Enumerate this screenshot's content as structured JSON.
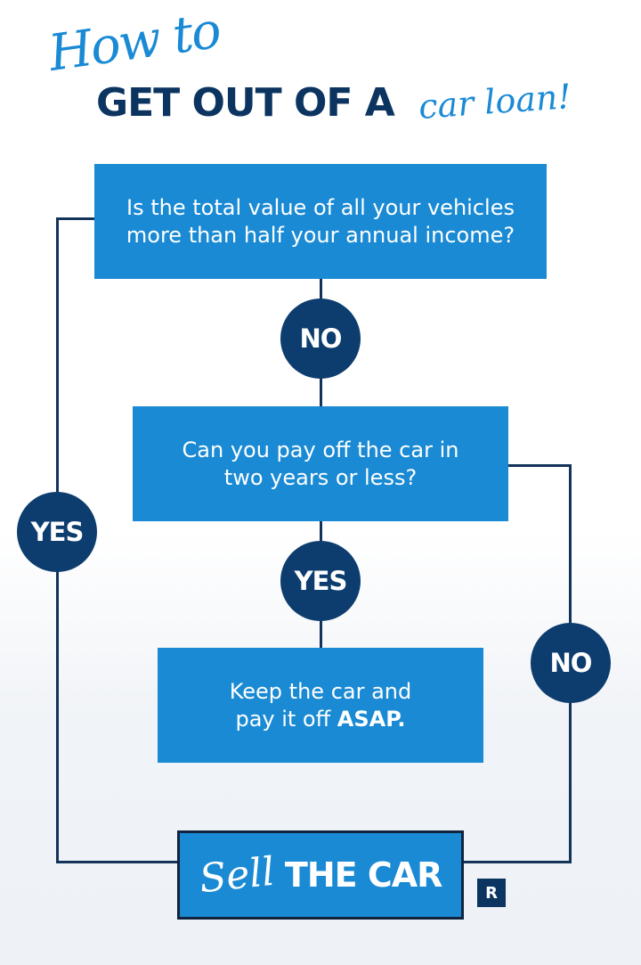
{
  "title": {
    "script_top": "How to",
    "main": "GET OUT OF A",
    "script_end": "car loan!"
  },
  "flowchart": {
    "question_1": "Is the total value of all your vehicles more than half your annual income?",
    "question_1_lines": [
      "Is the total value of all your vehicles",
      "more than half your annual income?"
    ],
    "question_2_lines": [
      "Can you pay off the car in",
      "two years or less?"
    ],
    "outcome_keep": {
      "line1": "Keep the car and",
      "line2_prefix": "pay it off ",
      "line2_bold": "ASAP."
    },
    "outcome_sell": {
      "script": "Sell",
      "bold": "THE CAR"
    },
    "labels": {
      "q1_no": "NO",
      "q1_yes": "YES",
      "q2_yes": "YES",
      "q2_no": "NO"
    }
  },
  "logo": {
    "letter": "R"
  },
  "colors": {
    "box_blue": "#1a8ad4",
    "navy": "#0d3d6e",
    "title_navy": "#0c3460",
    "line": "#12345a"
  }
}
